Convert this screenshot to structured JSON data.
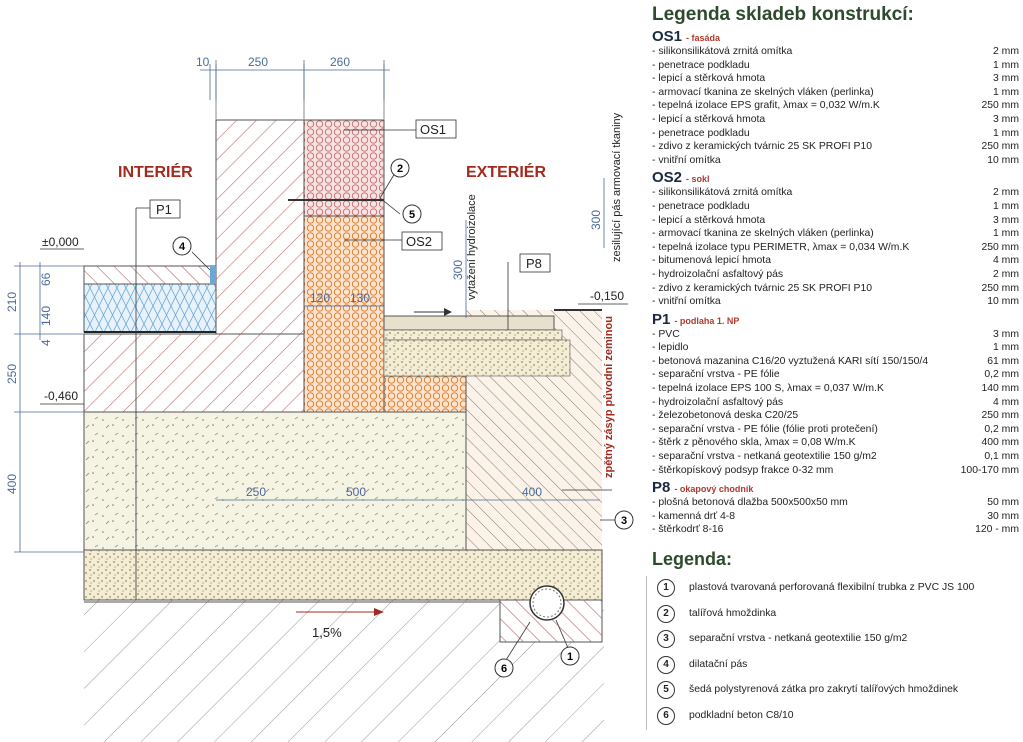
{
  "drawing": {
    "labels": {
      "interior": "INTERIÉR",
      "exterior": "EXTERIÉR",
      "os1": "OS1",
      "os2": "OS2",
      "p1": "P1",
      "p8": "P8",
      "level_zero": "±0,000",
      "level_minus_0150": "-0,150",
      "level_minus_0460": "-0,460",
      "slope": "1,5%",
      "membrane_up": "vytažení hydroizolace",
      "mesh_band": "zesilující pás armovací tkaniny",
      "backfill": "zpětný zásyp původní zeminou"
    },
    "dims": {
      "top_10": "10",
      "top_250": "250",
      "top_260": "260",
      "wall_120": "120",
      "wall_130": "130",
      "foot_250": "250",
      "foot_500": "500",
      "foot_400": "400",
      "left_66": "66",
      "left_140": "140",
      "left_4": "4",
      "left_210": "210",
      "left_250": "250",
      "left_400": "400",
      "v_300a": "300",
      "v_300b": "300"
    },
    "callouts": {
      "c1": "1",
      "c2": "2",
      "c3": "3",
      "c4": "4",
      "c5": "5",
      "c6": "6"
    },
    "colors": {
      "orange_hatch": "#d9772c",
      "pink_hatch": "#c06e6e",
      "mortar_dots": "#a08e3e",
      "insulation_blue": "#6aa8d8",
      "dim_blue": "#4a6a9a",
      "red_label": "#a32a1e",
      "ground_hatch": "#888888"
    }
  },
  "panel": {
    "title": "Legenda skladeb konstrukcí:",
    "sections": [
      {
        "code": "OS1",
        "subtitle": "- fasáda",
        "rows": [
          {
            "name": "- silikonsilikátová zrnitá omítka",
            "value": "2 mm"
          },
          {
            "name": "- penetrace podkladu",
            "value": "1 mm"
          },
          {
            "name": "- lepicí a stěrková hmota",
            "value": "3 mm"
          },
          {
            "name": "- armovací tkanina ze skelných vláken (perlinka)",
            "value": "1 mm"
          },
          {
            "name": "- tepelná izolace EPS grafit, λmax = 0,032 W/m.K",
            "value": "250 mm"
          },
          {
            "name": "- lepicí a stěrková hmota",
            "value": "3 mm"
          },
          {
            "name": "- penetrace podkladu",
            "value": "1 mm"
          },
          {
            "name": "- zdivo z keramických tvárnic 25 SK PROFI P10",
            "value": "250 mm"
          },
          {
            "name": "- vnitřní omítka",
            "value": "10 mm"
          }
        ]
      },
      {
        "code": "OS2",
        "subtitle": "- sokl",
        "rows": [
          {
            "name": "- silikonsilikátová zrnitá omítka",
            "value": "2 mm"
          },
          {
            "name": "- penetrace podkladu",
            "value": "1 mm"
          },
          {
            "name": "- lepicí a stěrková hmota",
            "value": "3 mm"
          },
          {
            "name": "- armovací tkanina ze skelných vláken (perlinka)",
            "value": "1 mm"
          },
          {
            "name": "- tepelná izolace typu PERIMETR, λmax = 0,034 W/m.K",
            "value": "250 mm"
          },
          {
            "name": "- bitumenová lepicí hmota",
            "value": "4 mm"
          },
          {
            "name": "- hydroizolační asfaltový pás",
            "value": "2 mm"
          },
          {
            "name": "- zdivo z keramických tvárnic 25 SK PROFI P10",
            "value": "250 mm"
          },
          {
            "name": "- vnitřní omítka",
            "value": "10 mm"
          }
        ]
      },
      {
        "code": "P1",
        "subtitle": "- podlaha 1. NP",
        "rows": [
          {
            "name": "- PVC",
            "value": "3 mm"
          },
          {
            "name": "- lepidlo",
            "value": "1 mm"
          },
          {
            "name": "- betonová mazanina C16/20 vyztužená KARI sítí 150/150/4",
            "value": "61 mm"
          },
          {
            "name": "- separační vrstva - PE fólie",
            "value": "0,2 mm"
          },
          {
            "name": "- tepelná izolace EPS 100 S, λmax = 0,037 W/m.K",
            "value": "140 mm"
          },
          {
            "name": "- hydroizolační asfaltový pás",
            "value": "4 mm"
          },
          {
            "name": "- železobetonová deska C20/25",
            "value": "250 mm"
          },
          {
            "name": "- separační vrstva - PE fólie (fólie proti protečení)",
            "value": "0,2 mm"
          },
          {
            "name": "- štěrk z pěnového skla, λmax = 0,08 W/m.K",
            "value": "400 mm"
          },
          {
            "name": "- separační vrstva - netkaná geotextilie 150 g/m2",
            "value": "0,1 mm"
          },
          {
            "name": "- štěrkopískový podsyp frakce 0-32 mm",
            "value": "100-170 mm"
          }
        ]
      },
      {
        "code": "P8",
        "subtitle": "- okapový chodník",
        "rows": [
          {
            "name": "- plošná betonová dlažba 500x500x50 mm",
            "value": "50 mm"
          },
          {
            "name": "- kamenná drť 4-8",
            "value": "30 mm"
          },
          {
            "name": "- štěrkodrť 8-16",
            "value": "120 -  mm"
          }
        ]
      }
    ],
    "legend_title": "Legenda:",
    "legend": [
      {
        "num": "1",
        "text": "plastová tvarovaná perforovaná flexibilní trubka z PVC JS 100"
      },
      {
        "num": "2",
        "text": "talířová hmoždinka"
      },
      {
        "num": "3",
        "text": "separační vrstva - netkaná geotextilie 150 g/m2"
      },
      {
        "num": "4",
        "text": "dilatační pás"
      },
      {
        "num": "5",
        "text": "šedá polystyrenová zátka pro zakrytí talířových hmoždinek"
      },
      {
        "num": "6",
        "text": "podkladní beton C8/10"
      }
    ]
  }
}
